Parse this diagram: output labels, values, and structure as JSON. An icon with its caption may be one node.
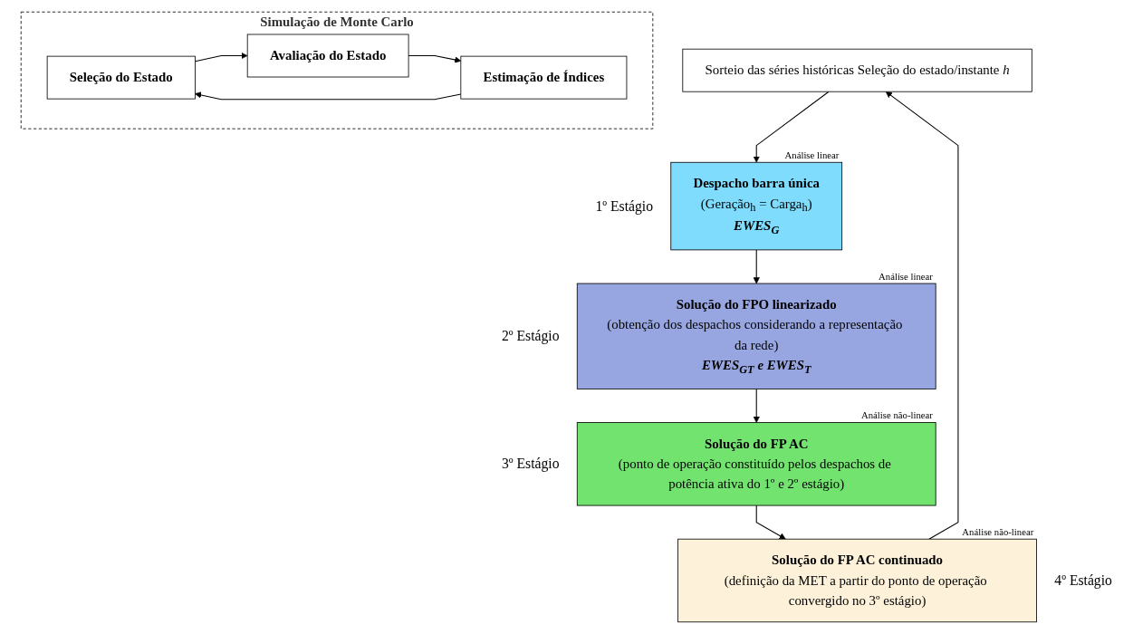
{
  "diagram": {
    "nodes": [
      {
        "text": [
          "Simulação de Monte Carlo"
        ]
      },
      {
        "text": [
          "Seleção do Estado"
        ],
        "in": 0
      },
      {
        "text": [
          "Avaliação do Estado"
        ],
        "in": 0
      },
      {
        "text": [
          "Estimação de Índices"
        ],
        "in": 0
      },
      {
        "text": [
          "Sorteio das séries históricas Seleção do estado/instante *h*"
        ]
      },
      {
        "text": [
          "Despacho barra única",
          "(Geração$_{h}$ = Carga$_{h}$)",
          "EWES$_{G}$"
        ],
        "beside": [
          "Análise linear",
          "1º Estágio"
        ]
      },
      {
        "text": [
          "Solução do FPO linearizado",
          "(obtenção dos despachos considerando a representação da rede)",
          "EWES$_{GT}$ e EWES$_{T}$"
        ],
        "beside": [
          "Análise linear",
          "2º Estágio"
        ]
      },
      {
        "text": [
          "Solução do FP AC",
          "(ponto de operação constituído pelos despachos de potência ativa do 1º e 2º estágio)"
        ],
        "beside": [
          "Análise não-linear",
          "3º Estágio"
        ]
      },
      {
        "text": [
          "Solução do FP AC continuado",
          "(definição da MET a partir do ponto de operação convergido no 3º estágio)"
        ],
        "beside": [
          "Análise não-linear",
          "4º Estágio"
        ]
      }
    ],
    "edges": [
      {
        "from": 1,
        "to": 2,
        "arrow": "to"
      },
      {
        "from": 2,
        "to": 3,
        "arrow": "to"
      },
      {
        "from": 3,
        "to": 1,
        "arrow": "to"
      },
      {
        "from": 4,
        "to": 5,
        "arrow": "to"
      },
      {
        "from": 5,
        "to": 6,
        "arrow": "to"
      },
      {
        "from": 6,
        "to": 7,
        "arrow": "to"
      },
      {
        "from": 7,
        "to": 8,
        "arrow": "to"
      },
      {
        "from": 8,
        "to": 4,
        "arrow": "to"
      }
    ]
  }
}
